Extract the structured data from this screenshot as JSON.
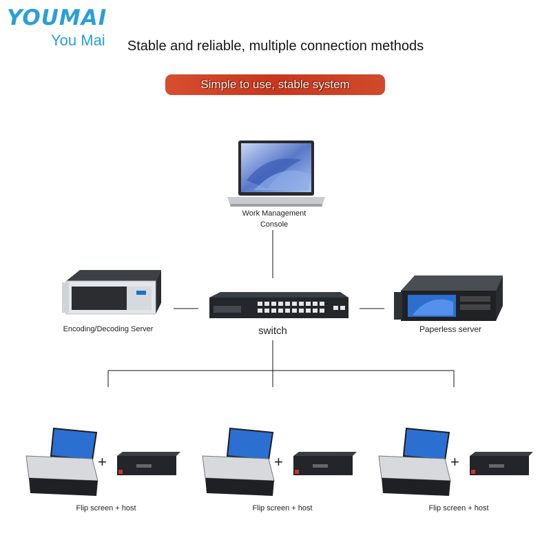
{
  "brand": {
    "name": "YOUMAI",
    "subtitle": "You Mai",
    "color": "#2a9fd8"
  },
  "headline": "Stable and reliable, multiple connection methods",
  "banner": {
    "text": "Simple to use, stable system",
    "color": "#c8371e"
  },
  "nodes": {
    "console": {
      "label_line1": "Work Management",
      "label_line2": "Console",
      "icon": "laptop-icon"
    },
    "switch": {
      "label": "switch",
      "icon": "network-switch-icon"
    },
    "encoder": {
      "label": "Encoding/Decoding Server",
      "icon": "rack-server-icon"
    },
    "paperless": {
      "label": "Paperless server",
      "icon": "rack-server-icon"
    },
    "terminals": [
      {
        "label": "Flip screen + host",
        "plus": "+",
        "icon": "flip-screen-terminal-icon"
      },
      {
        "label": "Flip screen + host",
        "plus": "+",
        "icon": "flip-screen-terminal-icon"
      },
      {
        "label": "Flip screen + host",
        "plus": "+",
        "icon": "flip-screen-terminal-icon"
      }
    ]
  }
}
